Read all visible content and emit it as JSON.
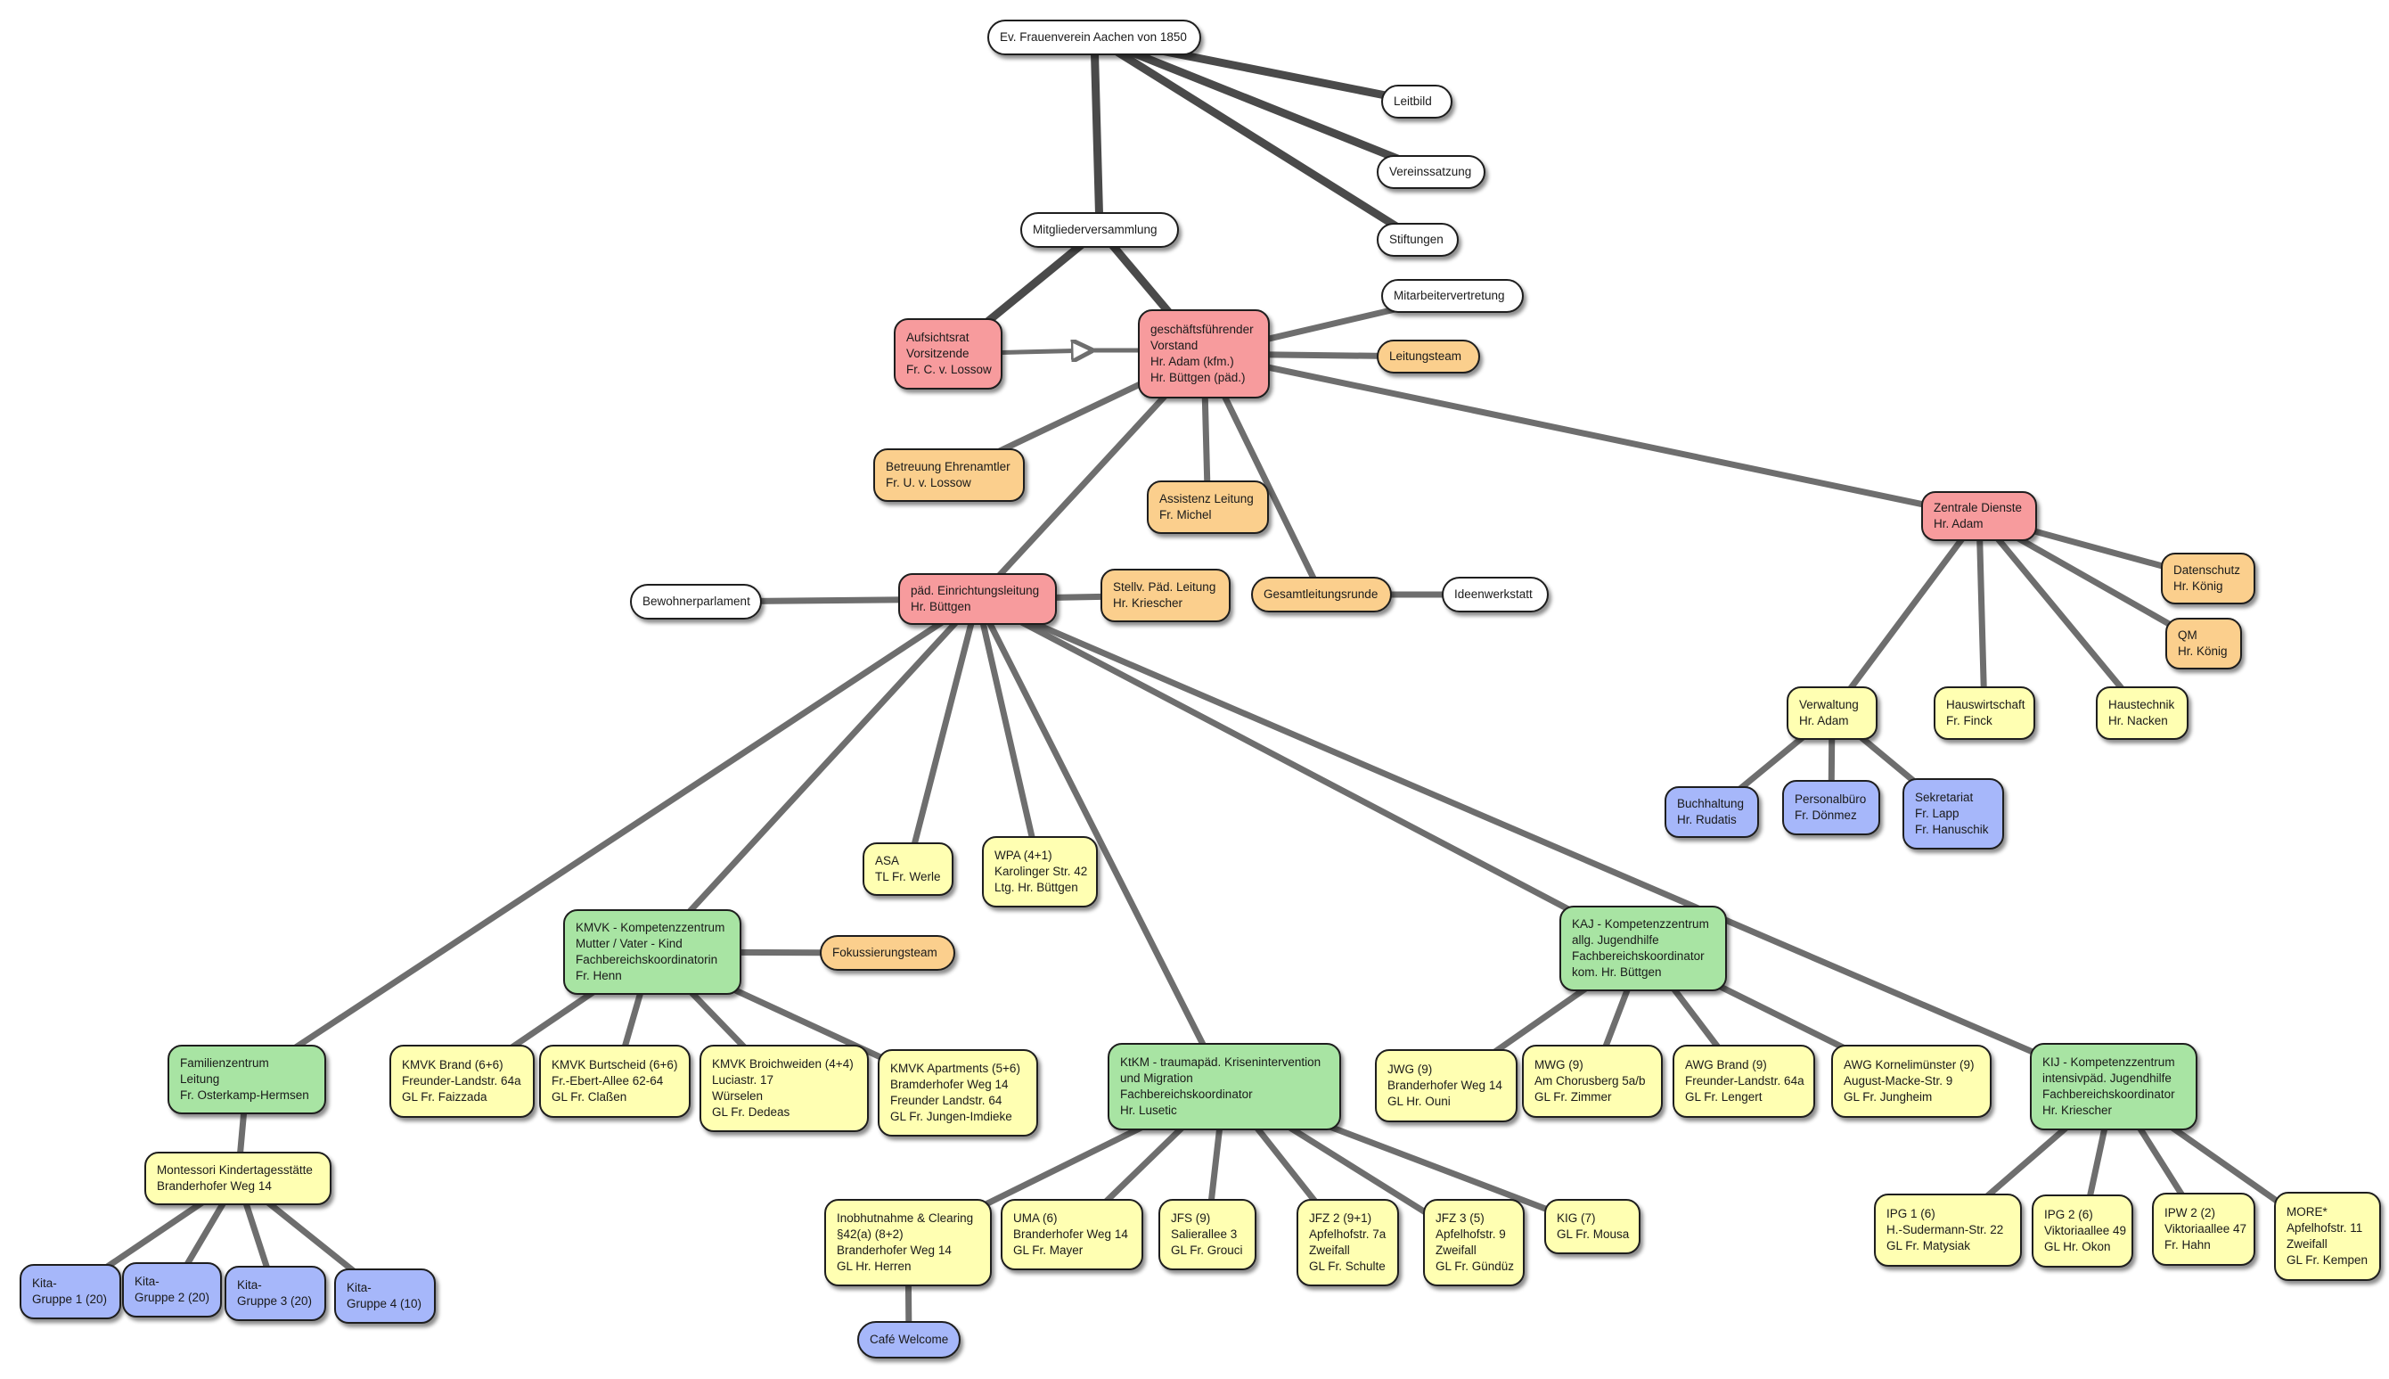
{
  "diagram": {
    "colors": {
      "white": "#ffffff",
      "red": "#f79b9d",
      "orange": "#fbcf8d",
      "yellow": "#ffffb2",
      "green": "#a8e4a3",
      "blue": "#a6b7fa",
      "edge": "#6e6e6e",
      "edge_strong": "#4a4a4a",
      "border": "#1e1e1e"
    },
    "nodes": [
      {
        "id": "root",
        "color": "white",
        "lines": [
          "Ev. Frauenverein Aachen von 1850"
        ]
      },
      {
        "id": "leitbild",
        "color": "white",
        "lines": [
          "Leitbild"
        ]
      },
      {
        "id": "vereinssatzung",
        "color": "white",
        "lines": [
          "Vereinssatzung"
        ]
      },
      {
        "id": "stiftungen",
        "color": "white",
        "lines": [
          "Stiftungen"
        ]
      },
      {
        "id": "mitglieder",
        "color": "white",
        "lines": [
          "Mitgliederversammlung"
        ]
      },
      {
        "id": "mitarbeitervertretung",
        "color": "white",
        "lines": [
          "Mitarbeitervertretung"
        ]
      },
      {
        "id": "aufsichtsrat",
        "color": "red",
        "lines": [
          "Aufsichtsrat",
          "Vorsitzende",
          "Fr. C. v. Lossow"
        ]
      },
      {
        "id": "vorstand",
        "color": "red",
        "lines": [
          "geschäftsführender",
          "Vorstand",
          "Hr. Adam (kfm.)",
          "Hr. Büttgen (päd.)"
        ]
      },
      {
        "id": "leitungsteam",
        "color": "orange",
        "lines": [
          "Leitungsteam"
        ]
      },
      {
        "id": "ehrenamt",
        "color": "orange",
        "lines": [
          "Betreuung Ehrenamtler",
          "Fr. U. v. Lossow"
        ]
      },
      {
        "id": "assistenz",
        "color": "orange",
        "lines": [
          "Assistenz Leitung",
          "Fr. Michel"
        ]
      },
      {
        "id": "zentrale",
        "color": "red",
        "lines": [
          "Zentrale Dienste",
          "Hr. Adam"
        ]
      },
      {
        "id": "bewohnerparlament",
        "color": "white",
        "lines": [
          "Bewohnerparlament"
        ]
      },
      {
        "id": "paed",
        "color": "red",
        "lines": [
          "päd. Einrichtungsleitung",
          "Hr. Büttgen"
        ]
      },
      {
        "id": "stellv",
        "color": "orange",
        "lines": [
          "Stellv. Päd. Leitung",
          "Hr. Kriescher"
        ]
      },
      {
        "id": "gesamtleitung",
        "color": "orange",
        "lines": [
          "Gesamtleitungsrunde"
        ]
      },
      {
        "id": "ideenwerkstatt",
        "color": "white",
        "lines": [
          "Ideenwerkstatt"
        ]
      },
      {
        "id": "datenschutz",
        "color": "orange",
        "lines": [
          "Datenschutz",
          "Hr. König"
        ]
      },
      {
        "id": "qm",
        "color": "orange",
        "lines": [
          "QM",
          "Hr. König"
        ]
      },
      {
        "id": "verwaltung",
        "color": "yellow",
        "lines": [
          "Verwaltung",
          "Hr. Adam"
        ]
      },
      {
        "id": "hauswirtschaft",
        "color": "yellow",
        "lines": [
          "Hauswirtschaft",
          "Fr. Finck"
        ]
      },
      {
        "id": "haustechnik",
        "color": "yellow",
        "lines": [
          "Haustechnik",
          "Hr. Nacken"
        ]
      },
      {
        "id": "buchhaltung",
        "color": "blue",
        "lines": [
          "Buchhaltung",
          "Hr. Rudatis"
        ]
      },
      {
        "id": "personalbuero",
        "color": "blue",
        "lines": [
          "Personalbüro",
          "Fr. Dönmez"
        ]
      },
      {
        "id": "sekretariat",
        "color": "blue",
        "lines": [
          "Sekretariat",
          "Fr. Lapp",
          "Fr. Hanuschik"
        ]
      },
      {
        "id": "asa",
        "color": "yellow",
        "lines": [
          "ASA",
          "TL Fr. Werle"
        ]
      },
      {
        "id": "wpa",
        "color": "yellow",
        "lines": [
          "WPA (4+1)",
          "Karolinger Str. 42",
          "Ltg. Hr. Büttgen"
        ]
      },
      {
        "id": "kmvk",
        "color": "green",
        "lines": [
          "KMVK - Kompetenzzentrum",
          "Mutter / Vater - Kind",
          "Fachbereichskoordinatorin",
          "Fr. Henn"
        ]
      },
      {
        "id": "fokus",
        "color": "orange",
        "lines": [
          "Fokussierungsteam"
        ]
      },
      {
        "id": "kaj",
        "color": "green",
        "lines": [
          "KAJ - Kompetenzzentrum",
          "allg. Jugendhilfe",
          "Fachbereichskoordinator",
          "kom. Hr. Büttgen"
        ]
      },
      {
        "id": "familienzentrum",
        "color": "green",
        "lines": [
          "Familienzentrum",
          "Leitung",
          "Fr. Osterkamp-Hermsen"
        ]
      },
      {
        "id": "kmvk_brand",
        "color": "yellow",
        "lines": [
          "KMVK Brand (6+6)",
          "Freunder-Landstr. 64a",
          "GL Fr. Faizzada"
        ]
      },
      {
        "id": "kmvk_burt",
        "color": "yellow",
        "lines": [
          "KMVK Burtscheid (6+6)",
          "Fr.-Ebert-Allee 62-64",
          "GL Fr. Claßen"
        ]
      },
      {
        "id": "kmvk_broich",
        "color": "yellow",
        "lines": [
          "KMVK Broichweiden (4+4)",
          "Luciastr. 17",
          "Würselen",
          "GL Fr. Dedeas"
        ]
      },
      {
        "id": "kmvk_apart",
        "color": "yellow",
        "lines": [
          "KMVK Apartments (5+6)",
          "Bramderhofer Weg 14",
          "Freunder Landstr. 64",
          "GL Fr. Jungen-Imdieke"
        ]
      },
      {
        "id": "ktkm",
        "color": "green",
        "lines": [
          "KtKM - traumapäd. Krisenintervention",
          "und Migration",
          "Fachbereichskoordinator",
          "Hr. Lusetic"
        ]
      },
      {
        "id": "jwg",
        "color": "yellow",
        "lines": [
          "JWG (9)",
          "Branderhofer Weg 14",
          "GL Hr. Ouni"
        ]
      },
      {
        "id": "mwg",
        "color": "yellow",
        "lines": [
          "MWG (9)",
          "Am Chorusberg 5a/b",
          "GL Fr. Zimmer"
        ]
      },
      {
        "id": "awg_brand",
        "color": "yellow",
        "lines": [
          "AWG Brand (9)",
          "Freunder-Landstr. 64a",
          "GL Fr. Lengert"
        ]
      },
      {
        "id": "awg_korn",
        "color": "yellow",
        "lines": [
          "AWG Kornelimünster (9)",
          "August-Macke-Str. 9",
          "GL Fr. Jungheim"
        ]
      },
      {
        "id": "kij",
        "color": "green",
        "lines": [
          "KIJ - Kompetenzzentrum",
          "intensivpäd. Jugendhilfe",
          "Fachbereichskoordinator",
          "Hr. Kriescher"
        ]
      },
      {
        "id": "montessori",
        "color": "yellow",
        "lines": [
          "Montessori Kindertagesstätte",
          "Branderhofer Weg 14"
        ]
      },
      {
        "id": "kita1",
        "color": "blue",
        "lines": [
          "Kita-",
          "Gruppe 1 (20)"
        ]
      },
      {
        "id": "kita2",
        "color": "blue",
        "lines": [
          "Kita-",
          "Gruppe 2 (20)"
        ]
      },
      {
        "id": "kita3",
        "color": "blue",
        "lines": [
          "Kita-",
          "Gruppe 3 (20)"
        ]
      },
      {
        "id": "kita4",
        "color": "blue",
        "lines": [
          "Kita-",
          "Gruppe 4 (10)"
        ]
      },
      {
        "id": "inobhut",
        "color": "yellow",
        "lines": [
          "Inobhutnahme & Clearing",
          "§42(a) (8+2)",
          "Branderhofer Weg 14",
          "GL Hr. Herren"
        ]
      },
      {
        "id": "uma",
        "color": "yellow",
        "lines": [
          "UMA (6)",
          "Branderhofer Weg 14",
          "GL Fr. Mayer"
        ]
      },
      {
        "id": "jfs",
        "color": "yellow",
        "lines": [
          "JFS (9)",
          "Salierallee 3",
          "GL Fr. Grouci"
        ]
      },
      {
        "id": "jfz2",
        "color": "yellow",
        "lines": [
          "JFZ 2 (9+1)",
          "Apfelhofstr. 7a",
          "Zweifall",
          "GL Fr. Schulte"
        ]
      },
      {
        "id": "jfz3",
        "color": "yellow",
        "lines": [
          "JFZ 3 (5)",
          "Apfelhofstr. 9",
          "Zweifall",
          "GL Fr. Gündüz"
        ]
      },
      {
        "id": "kig",
        "color": "yellow",
        "lines": [
          "KIG (7)",
          "GL Fr. Mousa"
        ]
      },
      {
        "id": "cafe",
        "color": "blue",
        "lines": [
          "Café Welcome"
        ]
      },
      {
        "id": "ipg1",
        "color": "yellow",
        "lines": [
          "IPG 1 (6)",
          "H.-Sudermann-Str. 22",
          "GL Fr. Matysiak"
        ]
      },
      {
        "id": "ipg2",
        "color": "yellow",
        "lines": [
          "IPG 2 (6)",
          "Viktoriaallee 49",
          "GL Hr. Okon"
        ]
      },
      {
        "id": "ipw2",
        "color": "yellow",
        "lines": [
          "IPW 2 (2)",
          "Viktoriaallee 47",
          "Fr. Hahn"
        ]
      },
      {
        "id": "more",
        "color": "yellow",
        "lines": [
          "MORE*",
          "Apfelhofstr. 11",
          "Zweifall",
          "GL Fr. Kempen"
        ]
      }
    ],
    "edges": [
      {
        "from": "root",
        "to": "mitglieder",
        "weight": "strong"
      },
      {
        "from": "root",
        "to": "leitbild",
        "weight": "strong"
      },
      {
        "from": "root",
        "to": "vereinssatzung",
        "weight": "strong"
      },
      {
        "from": "root",
        "to": "stiftungen",
        "weight": "strong"
      },
      {
        "from": "mitglieder",
        "to": "aufsichtsrat",
        "weight": "strong"
      },
      {
        "from": "mitglieder",
        "to": "vorstand",
        "weight": "strong"
      },
      {
        "from": "aufsichtsrat",
        "to": "vorstand",
        "weight": "arrow"
      },
      {
        "from": "vorstand",
        "to": "mitarbeitervertretung",
        "weight": "normal"
      },
      {
        "from": "vorstand",
        "to": "leitungsteam",
        "weight": "normal"
      },
      {
        "from": "vorstand",
        "to": "ehrenamt",
        "weight": "normal"
      },
      {
        "from": "vorstand",
        "to": "assistenz",
        "weight": "normal"
      },
      {
        "from": "vorstand",
        "to": "gesamtleitung",
        "weight": "normal"
      },
      {
        "from": "vorstand",
        "to": "zentrale",
        "weight": "normal"
      },
      {
        "from": "vorstand",
        "to": "paed",
        "weight": "normal"
      },
      {
        "from": "gesamtleitung",
        "to": "ideenwerkstatt",
        "weight": "normal"
      },
      {
        "from": "paed",
        "to": "bewohnerparlament",
        "weight": "normal"
      },
      {
        "from": "paed",
        "to": "stellv",
        "weight": "normal"
      },
      {
        "from": "paed",
        "to": "asa",
        "weight": "normal"
      },
      {
        "from": "paed",
        "to": "wpa",
        "weight": "normal"
      },
      {
        "from": "paed",
        "to": "kmvk",
        "weight": "normal"
      },
      {
        "from": "paed",
        "to": "familienzentrum",
        "weight": "normal"
      },
      {
        "from": "paed",
        "to": "ktkm",
        "weight": "normal"
      },
      {
        "from": "paed",
        "to": "kaj",
        "weight": "normal"
      },
      {
        "from": "paed",
        "to": "kij",
        "weight": "normal"
      },
      {
        "from": "zentrale",
        "to": "datenschutz",
        "weight": "normal"
      },
      {
        "from": "zentrale",
        "to": "qm",
        "weight": "normal"
      },
      {
        "from": "zentrale",
        "to": "verwaltung",
        "weight": "normal"
      },
      {
        "from": "zentrale",
        "to": "hauswirtschaft",
        "weight": "normal"
      },
      {
        "from": "zentrale",
        "to": "haustechnik",
        "weight": "normal"
      },
      {
        "from": "verwaltung",
        "to": "buchhaltung",
        "weight": "normal"
      },
      {
        "from": "verwaltung",
        "to": "personalbuero",
        "weight": "normal"
      },
      {
        "from": "verwaltung",
        "to": "sekretariat",
        "weight": "normal"
      },
      {
        "from": "kmvk",
        "to": "fokus",
        "weight": "normal"
      },
      {
        "from": "kmvk",
        "to": "kmvk_brand",
        "weight": "normal"
      },
      {
        "from": "kmvk",
        "to": "kmvk_burt",
        "weight": "normal"
      },
      {
        "from": "kmvk",
        "to": "kmvk_broich",
        "weight": "normal"
      },
      {
        "from": "kmvk",
        "to": "kmvk_apart",
        "weight": "normal"
      },
      {
        "from": "familienzentrum",
        "to": "montessori",
        "weight": "normal"
      },
      {
        "from": "montessori",
        "to": "kita1",
        "weight": "normal"
      },
      {
        "from": "montessori",
        "to": "kita2",
        "weight": "normal"
      },
      {
        "from": "montessori",
        "to": "kita3",
        "weight": "normal"
      },
      {
        "from": "montessori",
        "to": "kita4",
        "weight": "normal"
      },
      {
        "from": "ktkm",
        "to": "inobhut",
        "weight": "normal"
      },
      {
        "from": "ktkm",
        "to": "uma",
        "weight": "normal"
      },
      {
        "from": "ktkm",
        "to": "jfs",
        "weight": "normal"
      },
      {
        "from": "ktkm",
        "to": "jfz2",
        "weight": "normal"
      },
      {
        "from": "ktkm",
        "to": "jfz3",
        "weight": "normal"
      },
      {
        "from": "ktkm",
        "to": "kig",
        "weight": "normal"
      },
      {
        "from": "inobhut",
        "to": "cafe",
        "weight": "normal"
      },
      {
        "from": "kaj",
        "to": "jwg",
        "weight": "normal"
      },
      {
        "from": "kaj",
        "to": "mwg",
        "weight": "normal"
      },
      {
        "from": "kaj",
        "to": "awg_brand",
        "weight": "normal"
      },
      {
        "from": "kaj",
        "to": "awg_korn",
        "weight": "normal"
      },
      {
        "from": "kij",
        "to": "ipg1",
        "weight": "normal"
      },
      {
        "from": "kij",
        "to": "ipg2",
        "weight": "normal"
      },
      {
        "from": "kij",
        "to": "ipw2",
        "weight": "normal"
      },
      {
        "from": "kij",
        "to": "more",
        "weight": "normal"
      }
    ]
  }
}
